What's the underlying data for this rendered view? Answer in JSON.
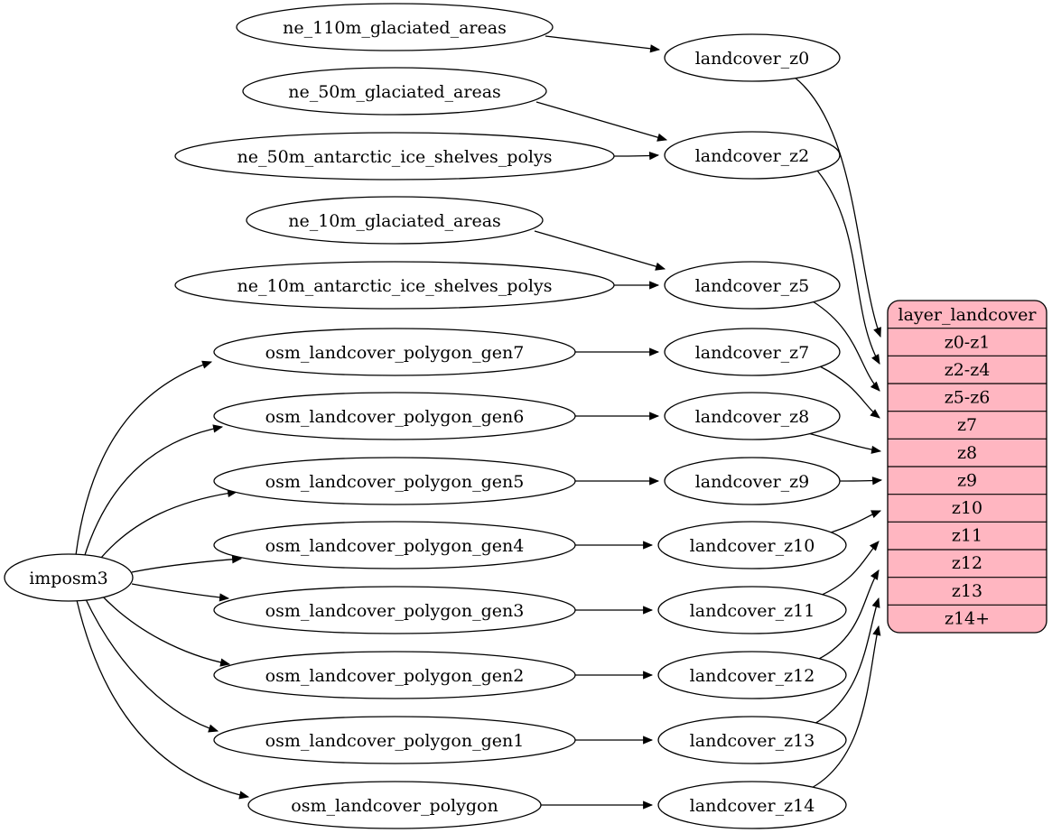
{
  "diagram": {
    "kind": "dependency-graph",
    "colors": {
      "background": "#ffffff",
      "node_fill": "#ffffff",
      "node_stroke": "#000000",
      "edge": "#000000",
      "text": "#000000",
      "table_fill": "#ffb6c1"
    },
    "nodes": {
      "importer": {
        "label": "imposm3"
      },
      "sources": [
        "ne_110m_glaciated_areas",
        "ne_50m_glaciated_areas",
        "ne_50m_antarctic_ice_shelves_polys",
        "ne_10m_glaciated_areas",
        "ne_10m_antarctic_ice_shelves_polys",
        "osm_landcover_polygon_gen7",
        "osm_landcover_polygon_gen6",
        "osm_landcover_polygon_gen5",
        "osm_landcover_polygon_gen4",
        "osm_landcover_polygon_gen3",
        "osm_landcover_polygon_gen2",
        "osm_landcover_polygon_gen1",
        "osm_landcover_polygon"
      ],
      "layers": [
        "landcover_z0",
        "landcover_z2",
        "landcover_z5",
        "landcover_z7",
        "landcover_z8",
        "landcover_z9",
        "landcover_z10",
        "landcover_z11",
        "landcover_z12",
        "landcover_z13",
        "landcover_z14"
      ],
      "table": {
        "title": "layer_landcover",
        "rows": [
          "z0-z1",
          "z2-z4",
          "z5-z6",
          "z7",
          "z8",
          "z9",
          "z10",
          "z11",
          "z12",
          "z13",
          "z14+"
        ]
      }
    },
    "edges": [
      {
        "from": "imposm3",
        "to": "osm_landcover_polygon_gen7"
      },
      {
        "from": "imposm3",
        "to": "osm_landcover_polygon_gen6"
      },
      {
        "from": "imposm3",
        "to": "osm_landcover_polygon_gen5"
      },
      {
        "from": "imposm3",
        "to": "osm_landcover_polygon_gen4"
      },
      {
        "from": "imposm3",
        "to": "osm_landcover_polygon_gen3"
      },
      {
        "from": "imposm3",
        "to": "osm_landcover_polygon_gen2"
      },
      {
        "from": "imposm3",
        "to": "osm_landcover_polygon_gen1"
      },
      {
        "from": "imposm3",
        "to": "osm_landcover_polygon"
      },
      {
        "from": "ne_110m_glaciated_areas",
        "to": "landcover_z0"
      },
      {
        "from": "ne_50m_glaciated_areas",
        "to": "landcover_z2"
      },
      {
        "from": "ne_50m_antarctic_ice_shelves_polys",
        "to": "landcover_z2"
      },
      {
        "from": "ne_10m_glaciated_areas",
        "to": "landcover_z5"
      },
      {
        "from": "ne_10m_antarctic_ice_shelves_polys",
        "to": "landcover_z5"
      },
      {
        "from": "osm_landcover_polygon_gen7",
        "to": "landcover_z7"
      },
      {
        "from": "osm_landcover_polygon_gen6",
        "to": "landcover_z8"
      },
      {
        "from": "osm_landcover_polygon_gen5",
        "to": "landcover_z9"
      },
      {
        "from": "osm_landcover_polygon_gen4",
        "to": "landcover_z10"
      },
      {
        "from": "osm_landcover_polygon_gen3",
        "to": "landcover_z11"
      },
      {
        "from": "osm_landcover_polygon_gen2",
        "to": "landcover_z12"
      },
      {
        "from": "osm_landcover_polygon_gen1",
        "to": "landcover_z13"
      },
      {
        "from": "osm_landcover_polygon",
        "to": "landcover_z14"
      },
      {
        "from": "landcover_z0",
        "to": "layer_landcover:z0-z1"
      },
      {
        "from": "landcover_z2",
        "to": "layer_landcover:z2-z4"
      },
      {
        "from": "landcover_z5",
        "to": "layer_landcover:z5-z6"
      },
      {
        "from": "landcover_z7",
        "to": "layer_landcover:z7"
      },
      {
        "from": "landcover_z8",
        "to": "layer_landcover:z8"
      },
      {
        "from": "landcover_z9",
        "to": "layer_landcover:z9"
      },
      {
        "from": "landcover_z10",
        "to": "layer_landcover:z10"
      },
      {
        "from": "landcover_z11",
        "to": "layer_landcover:z11"
      },
      {
        "from": "landcover_z12",
        "to": "layer_landcover:z12"
      },
      {
        "from": "landcover_z13",
        "to": "layer_landcover:z13"
      },
      {
        "from": "landcover_z14",
        "to": "layer_landcover:z14+"
      }
    ]
  }
}
